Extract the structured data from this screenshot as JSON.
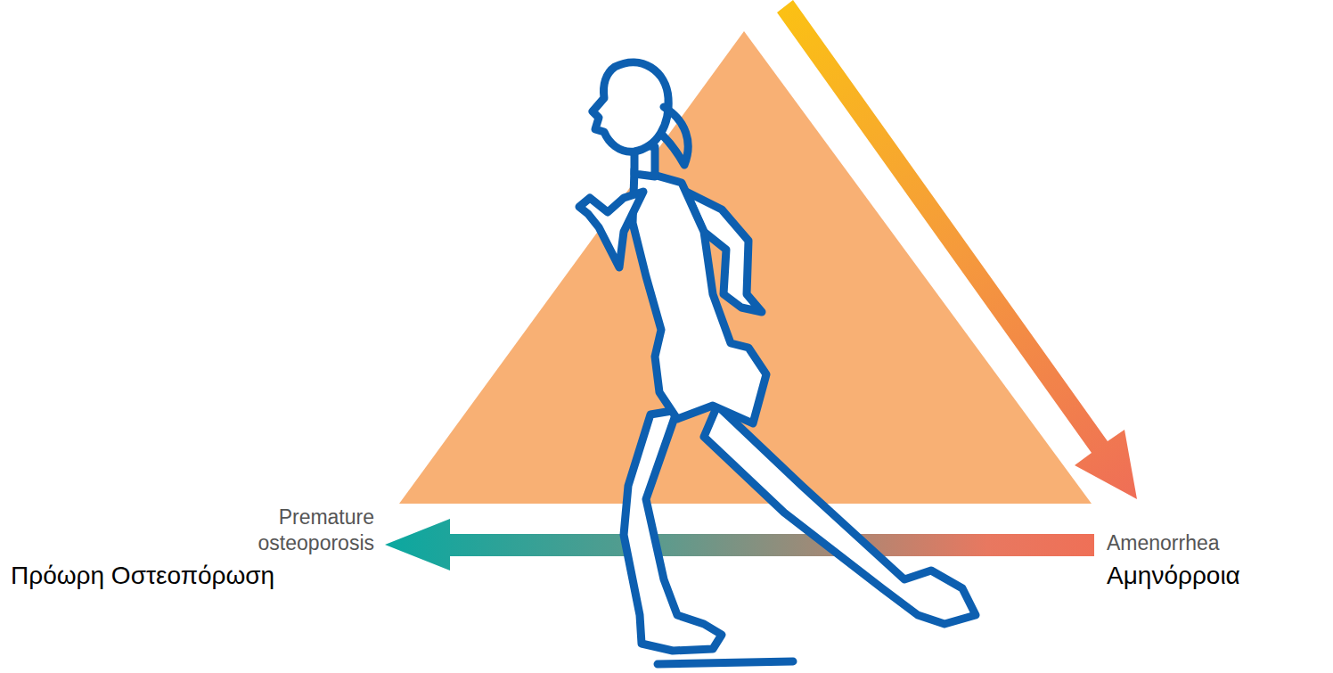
{
  "diagram": {
    "labels": [
      "Premature osteoporosis",
      "Πρόωρη Οστεοπόρωση",
      "Amenorrhea",
      "Αμηνόρροια"
    ]
  }
}
